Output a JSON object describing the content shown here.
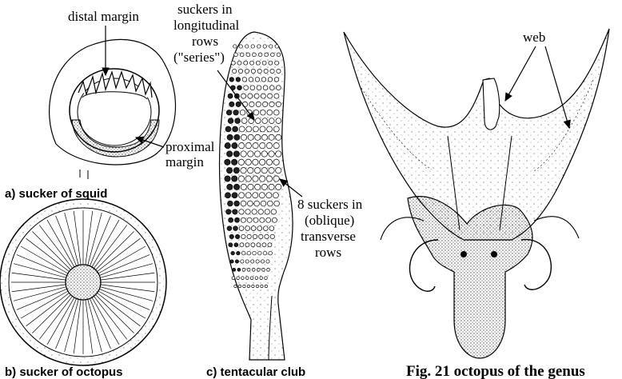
{
  "labels": {
    "distal_margin": "distal margin",
    "proximal_margin_1": "proximal",
    "proximal_margin_2": "margin",
    "caption_a": "a)  sucker of squid",
    "caption_b": "b)  sucker of octopus",
    "caption_c": "c)  tentacular club",
    "suckers_long_1": "suckers in",
    "suckers_long_2": "longitudinal",
    "suckers_long_3": "rows",
    "suckers_long_4": "(\"series\")",
    "suckers_trans_1": "8 suckers in",
    "suckers_trans_2": "(oblique)",
    "suckers_trans_3": "transverse",
    "suckers_trans_4": "rows",
    "web": "web",
    "fig_caption": "Fig. 21   octopus of the genus"
  }
}
